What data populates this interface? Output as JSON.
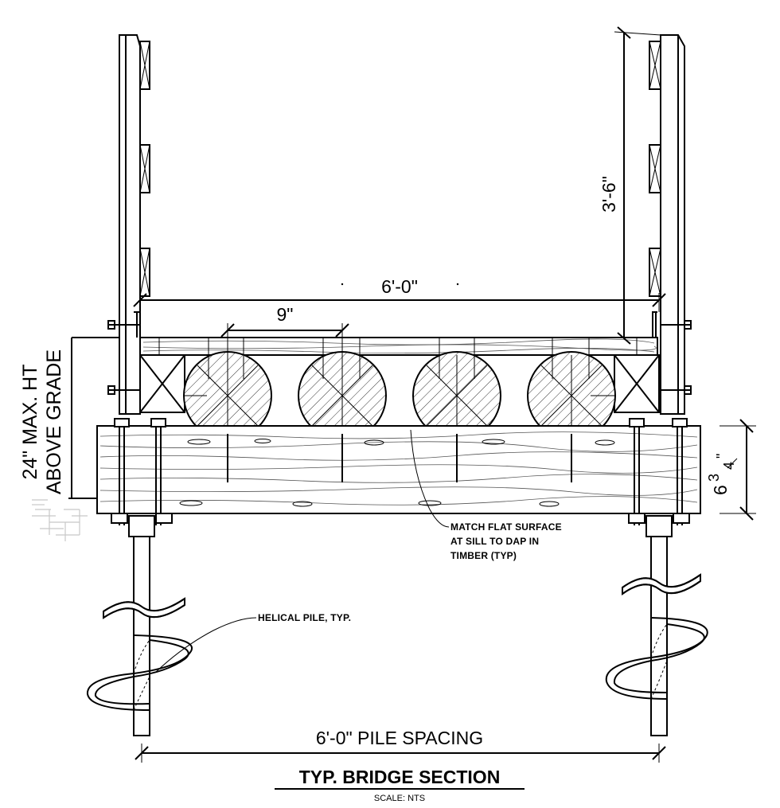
{
  "dimensions": {
    "deck_width": "6'-0\"",
    "log_spacing": "9\"",
    "rail_height": "3'-6\"",
    "sill_height_whole": "6",
    "sill_height_frac_num": "3",
    "sill_height_frac_den": "4",
    "max_height_line1": "24\" MAX. HT",
    "max_height_line2": "ABOVE GRADE",
    "pile_spacing": "6'-0\" PILE SPACING"
  },
  "notes": {
    "match_line1": "MATCH FLAT SURFACE",
    "match_line2": "AT SILL TO DAP IN",
    "match_line3": "TIMBER (TYP)",
    "helical_pile": "HELICAL PILE, TYP."
  },
  "title_block": {
    "title": "TYP. BRIDGE SECTION",
    "scale": "SCALE: NTS"
  }
}
